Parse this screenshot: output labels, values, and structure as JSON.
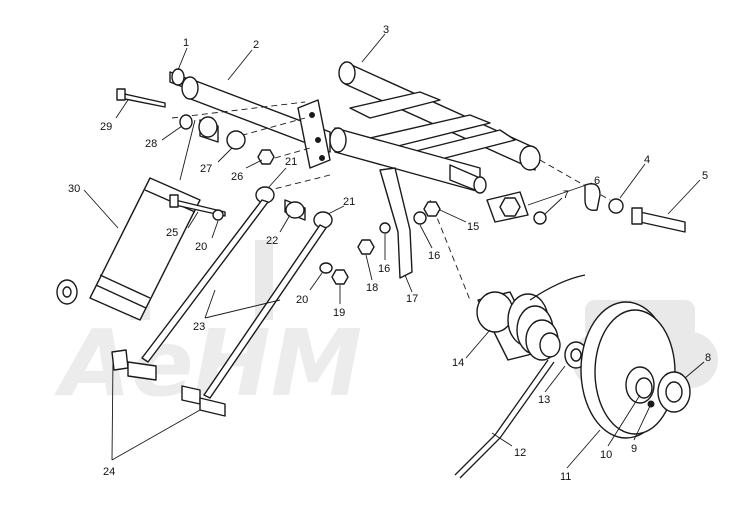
{
  "diagram": {
    "callouts": [
      {
        "id": "c1",
        "label": "1"
      },
      {
        "id": "c2",
        "label": "2"
      },
      {
        "id": "c3",
        "label": "3"
      },
      {
        "id": "c4",
        "label": "4"
      },
      {
        "id": "c5",
        "label": "5"
      },
      {
        "id": "c6",
        "label": "6"
      },
      {
        "id": "c7",
        "label": "7"
      },
      {
        "id": "c8",
        "label": "8"
      },
      {
        "id": "c9",
        "label": "9"
      },
      {
        "id": "c10",
        "label": "10"
      },
      {
        "id": "c11",
        "label": "11"
      },
      {
        "id": "c12",
        "label": "12"
      },
      {
        "id": "c13",
        "label": "13"
      },
      {
        "id": "c14",
        "label": "14"
      },
      {
        "id": "c15",
        "label": "15"
      },
      {
        "id": "c16a",
        "label": "16"
      },
      {
        "id": "c16b",
        "label": "16"
      },
      {
        "id": "c17",
        "label": "17"
      },
      {
        "id": "c18",
        "label": "18"
      },
      {
        "id": "c19",
        "label": "19"
      },
      {
        "id": "c20a",
        "label": "20"
      },
      {
        "id": "c20b",
        "label": "20"
      },
      {
        "id": "c21a",
        "label": "21"
      },
      {
        "id": "c21b",
        "label": "21"
      },
      {
        "id": "c22",
        "label": "22"
      },
      {
        "id": "c23",
        "label": "23"
      },
      {
        "id": "c24",
        "label": "24"
      },
      {
        "id": "c25",
        "label": "25"
      },
      {
        "id": "c26",
        "label": "26"
      },
      {
        "id": "c27",
        "label": "27"
      },
      {
        "id": "c28",
        "label": "28"
      },
      {
        "id": "c29",
        "label": "29"
      },
      {
        "id": "c30",
        "label": "30"
      }
    ],
    "watermark": "AeHM"
  }
}
